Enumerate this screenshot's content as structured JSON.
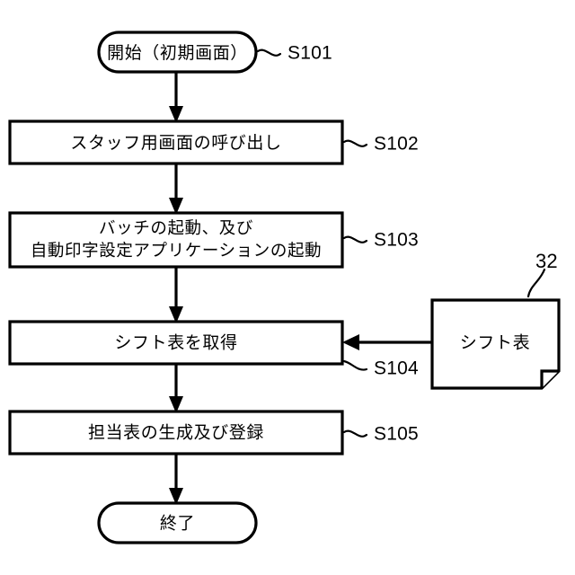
{
  "figure": {
    "type": "flowchart",
    "orientation": "vertical",
    "background_color": "#ffffff",
    "line_color": "#000000"
  },
  "nodes": {
    "start": {
      "shape": "stadium",
      "label": "開始（初期画面）",
      "ref": "S101"
    },
    "s102": {
      "shape": "rectangle",
      "label": "スタッフ用画面の呼び出し",
      "ref": "S102"
    },
    "s103": {
      "shape": "rectangle",
      "label_line1": "バッチの起動、及び",
      "label_line2": "自動印字設定アプリケーションの起動",
      "ref": "S103"
    },
    "s104": {
      "shape": "rectangle",
      "label": "シフト表を取得",
      "ref": "S104"
    },
    "s105": {
      "shape": "rectangle",
      "label": "担当表の生成及び登録",
      "ref": "S105"
    },
    "end": {
      "shape": "stadium",
      "label": "終了",
      "ref": ""
    },
    "document": {
      "shape": "document-folded-corner",
      "label": "シフト表",
      "ref": "32"
    }
  },
  "edges": [
    {
      "from": "start",
      "to": "s102",
      "style": "arrow-down"
    },
    {
      "from": "s102",
      "to": "s103",
      "style": "arrow-down"
    },
    {
      "from": "s103",
      "to": "s104",
      "style": "arrow-down"
    },
    {
      "from": "s104",
      "to": "s105",
      "style": "arrow-down"
    },
    {
      "from": "s105",
      "to": "end",
      "style": "arrow-down"
    },
    {
      "from": "document",
      "to": "s104",
      "style": "arrow-left"
    }
  ]
}
